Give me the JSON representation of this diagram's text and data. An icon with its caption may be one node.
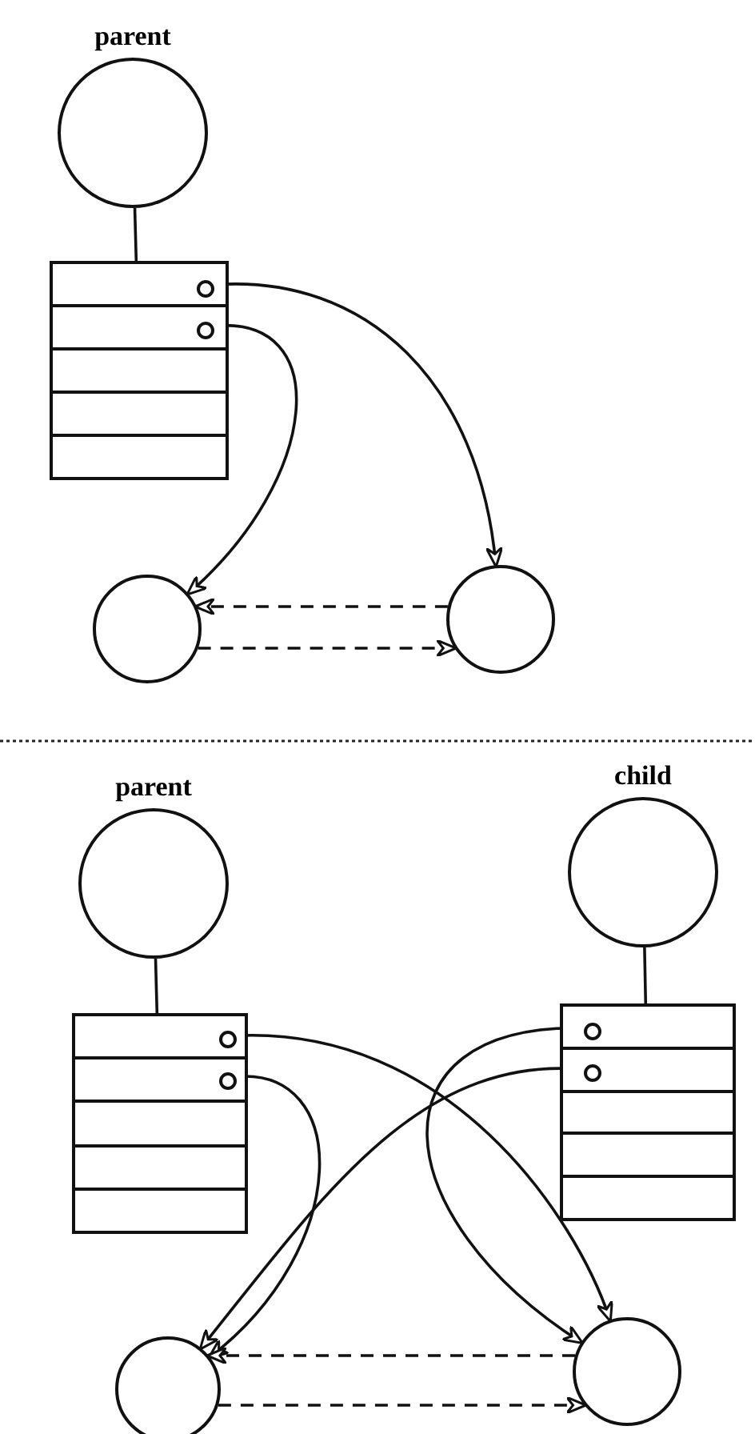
{
  "diagram": {
    "nodes": [
      {
        "text": [
          "parent"
        ]
      },
      {
        "text": [],
        "shape": "table"
      },
      {
        "text": [],
        "shape": "circle",
        "in": 1
      },
      {
        "text": [],
        "shape": "circle",
        "in": 1
      },
      {
        "text": [],
        "shape": "circle"
      },
      {
        "text": [],
        "shape": "circle"
      },
      {
        "text": [
          "parent"
        ]
      },
      {
        "text": [],
        "shape": "table"
      },
      {
        "text": [],
        "shape": "circle",
        "in": 7
      },
      {
        "text": [],
        "shape": "circle",
        "in": 7
      },
      {
        "text": [
          "child"
        ]
      },
      {
        "text": [],
        "shape": "table"
      },
      {
        "text": [],
        "shape": "circle",
        "in": 11
      },
      {
        "text": [],
        "shape": "circle",
        "in": 11
      },
      {
        "text": [],
        "shape": "circle"
      },
      {
        "text": [],
        "shape": "circle"
      }
    ],
    "edges": [
      {
        "from": 0,
        "to": 1,
        "arrow": "none"
      },
      {
        "from": 2,
        "to": 5,
        "arrow": "to"
      },
      {
        "from": 3,
        "to": 4,
        "arrow": "to"
      },
      {
        "from": 5,
        "to": 4,
        "arrow": "to",
        "style": "dashed"
      },
      {
        "from": 4,
        "to": 5,
        "arrow": "to",
        "style": "dashed"
      },
      {
        "from": 6,
        "to": 7,
        "arrow": "none"
      },
      {
        "from": 10,
        "to": 11,
        "arrow": "none"
      },
      {
        "from": 8,
        "to": 15,
        "arrow": "to"
      },
      {
        "from": 9,
        "to": 14,
        "arrow": "to"
      },
      {
        "from": 12,
        "to": 15,
        "arrow": "to"
      },
      {
        "from": 13,
        "to": 14,
        "arrow": "to"
      },
      {
        "from": 15,
        "to": 14,
        "arrow": "to",
        "style": "dashed"
      },
      {
        "from": 14,
        "to": 15,
        "arrow": "to",
        "style": "dashed"
      }
    ]
  }
}
